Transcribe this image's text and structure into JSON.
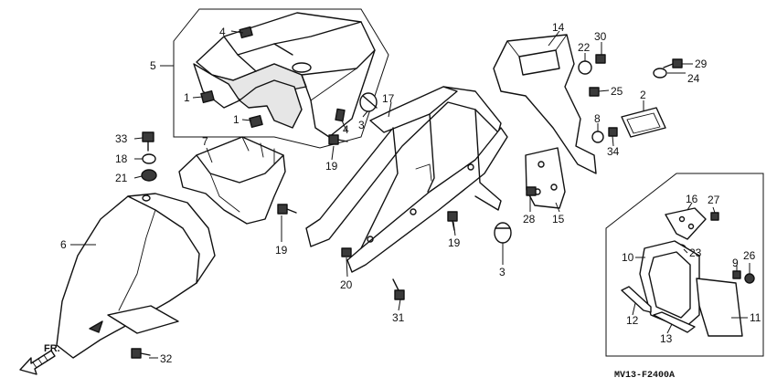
{
  "diagram": {
    "drawing_code": "MV13-F2400A",
    "direction_mark": "FR.",
    "callouts": {
      "c1a": "1",
      "c1b": "1",
      "c2": "2",
      "c3a": "3",
      "c3b": "3",
      "c4a": "4",
      "c4b": "4",
      "c5": "5",
      "c6": "6",
      "c7": "7",
      "c8": "8",
      "c9": "9",
      "c10": "10",
      "c11": "11",
      "c12": "12",
      "c13": "13",
      "c14": "14",
      "c15": "15",
      "c16": "16",
      "c17": "17",
      "c18": "18",
      "c19a": "19",
      "c19b": "19",
      "c19c": "19",
      "c20": "20",
      "c21": "21",
      "c22": "22",
      "c23": "23",
      "c24": "24",
      "c25": "25",
      "c26": "26",
      "c27": "27",
      "c28": "28",
      "c29": "29",
      "c30": "30",
      "c31": "31",
      "c32": "32",
      "c33": "33",
      "c34": "34"
    }
  }
}
